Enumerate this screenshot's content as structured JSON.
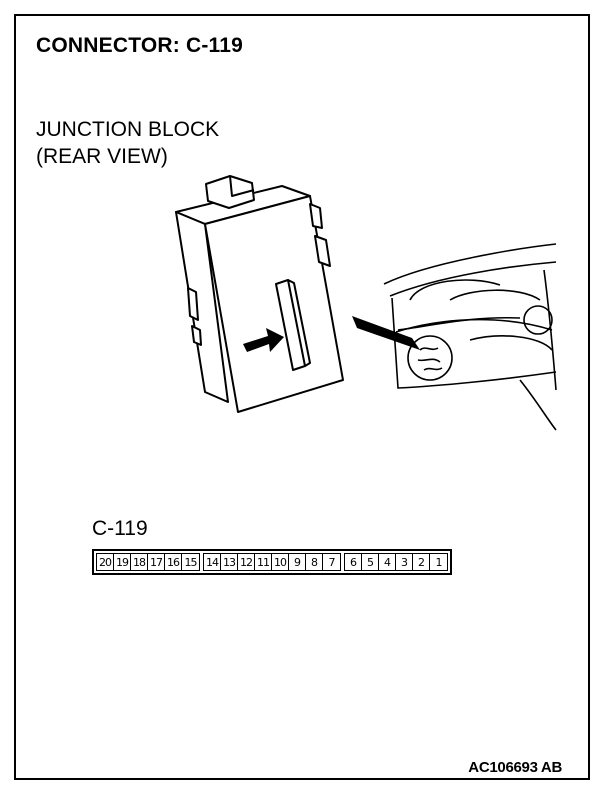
{
  "title": "CONNECTOR: C-119",
  "component_label": {
    "line1": "JUNCTION BLOCK",
    "line2": "(REAR VIEW)"
  },
  "connector": {
    "label": "C-119",
    "pin_groups": [
      [
        "20",
        "19",
        "18",
        "17",
        "16",
        "15"
      ],
      [
        "14",
        "13",
        "12",
        "11",
        "10",
        "9",
        "8",
        "7"
      ],
      [
        "6",
        "5",
        "4",
        "3",
        "2",
        "1"
      ]
    ]
  },
  "footer_code": "AC106693 AB"
}
